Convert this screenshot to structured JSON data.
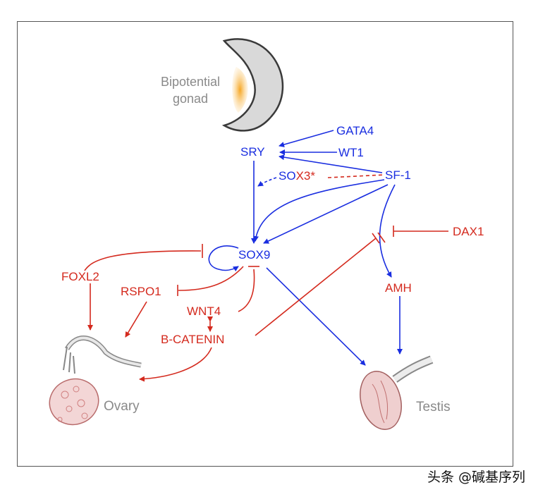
{
  "labels": {
    "bipotential_line1": "Bipotential",
    "bipotential_line2": "gonad",
    "gata4": "GATA4",
    "sry": "SRY",
    "wt1": "WT1",
    "sox3_part1": "SO",
    "sox3_part2": "X3*",
    "sf1": "SF-1",
    "sox9": "SOX9",
    "dax1": "DAX1",
    "foxl2": "FOXL2",
    "rspo1": "RSPO1",
    "wnt4": "WNT4",
    "amh": "AMH",
    "b_catenin": "B-CATENIN",
    "ovary": "Ovary",
    "testis": "Testis"
  },
  "watermark": "头条 @碱基序列",
  "colors": {
    "activation": "#1a2ee0",
    "repression": "#d42a1e",
    "organ_label": "#8a8a8a",
    "gonad_fill": "#d9d9d9",
    "gonad_highlight": "#f6a623",
    "ovary_fill": "#f3d6d6",
    "testis_fill": "#efcfcf"
  }
}
